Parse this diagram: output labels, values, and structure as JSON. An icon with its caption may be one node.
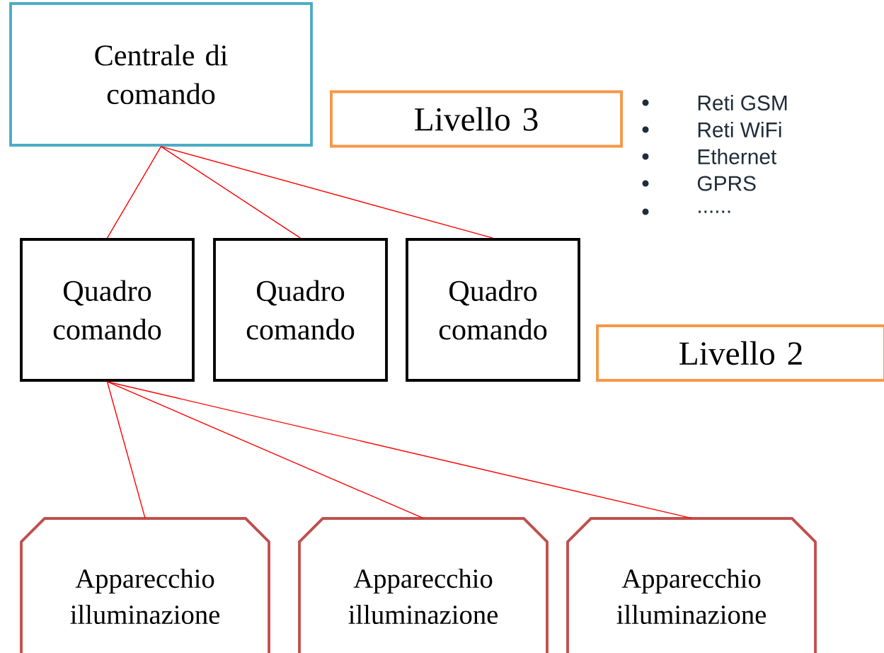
{
  "diagram": {
    "nodes": [
      {
        "text": [
          "Centrale di comando"
        ]
      },
      {
        "text": [
          "Livello 3"
        ]
      },
      {
        "text": [
          "Quadro comando"
        ]
      },
      {
        "text": [
          "Quadro comando"
        ]
      },
      {
        "text": [
          "Quadro comando"
        ]
      },
      {
        "text": [
          "Livello 2"
        ]
      },
      {
        "text": [
          "Apparecchio illuminazione"
        ]
      },
      {
        "text": [
          "Apparecchio illuminazione"
        ]
      },
      {
        "text": [
          "Apparecchio illuminazione"
        ]
      }
    ],
    "edges": [
      {
        "from": 0,
        "to": 2,
        "arrow": "none"
      },
      {
        "from": 0,
        "to": 3,
        "arrow": "none"
      },
      {
        "from": 0,
        "to": 4,
        "arrow": "none"
      },
      {
        "from": 2,
        "to": 6,
        "arrow": "none"
      },
      {
        "from": 2,
        "to": 7,
        "arrow": "none"
      },
      {
        "from": 2,
        "to": 8,
        "arrow": "none"
      }
    ],
    "labels": [
      "Reti GSM",
      "Reti WiFi",
      "Ethernet",
      "GPRS",
      "......"
    ]
  }
}
